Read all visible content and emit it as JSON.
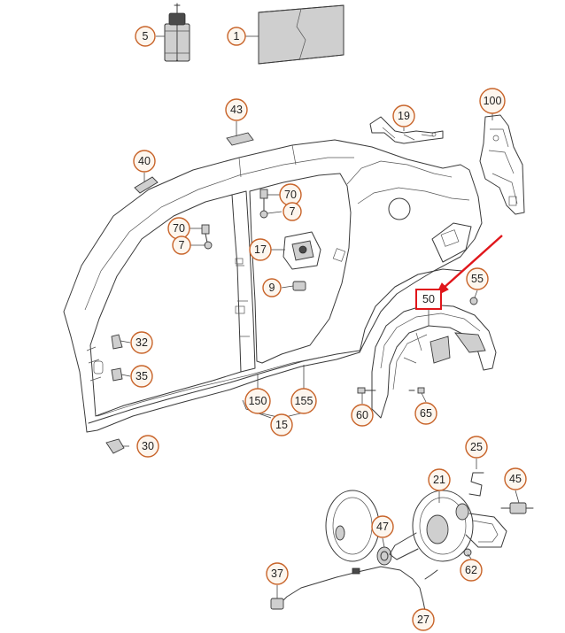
{
  "diagram": {
    "colors": {
      "callout_stroke": "#c8642a",
      "callout_fill": "#fdf6ee",
      "highlight": "#e0161b",
      "line": "#3a3a3a"
    },
    "highlighted_part": "50",
    "callouts": {
      "p1": "1",
      "p5": "5",
      "p43": "43",
      "p19": "19",
      "p100": "100",
      "p40": "40",
      "p70a": "70",
      "p7a": "7",
      "p70b": "70",
      "p7b": "7",
      "p17": "17",
      "p9": "9",
      "p32": "32",
      "p35": "35",
      "p150": "150",
      "p155": "155",
      "p15": "15",
      "p30": "30",
      "p50": "50",
      "p55": "55",
      "p60": "60",
      "p65": "65",
      "p25": "25",
      "p21": "21",
      "p45": "45",
      "p47": "47",
      "p62": "62",
      "p37": "37",
      "p27": "27"
    }
  }
}
